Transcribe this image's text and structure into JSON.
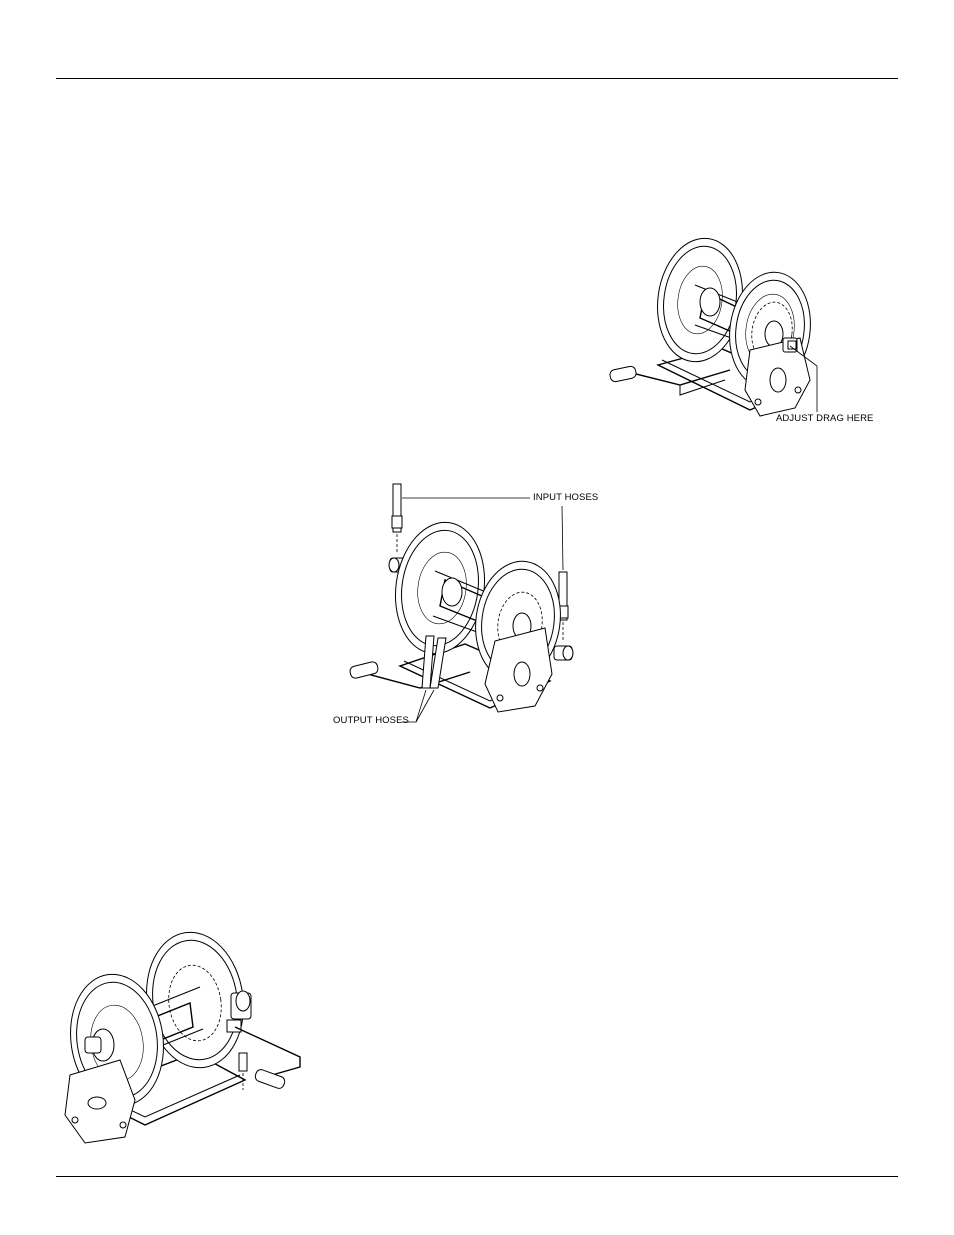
{
  "figures": {
    "drag_adjust": {
      "callout": "ADJUST DRAG HERE"
    },
    "hose_connections": {
      "input_callout": "INPUT HOSES",
      "output_callout": "OUTPUT HOSES"
    },
    "crank_side": {}
  }
}
